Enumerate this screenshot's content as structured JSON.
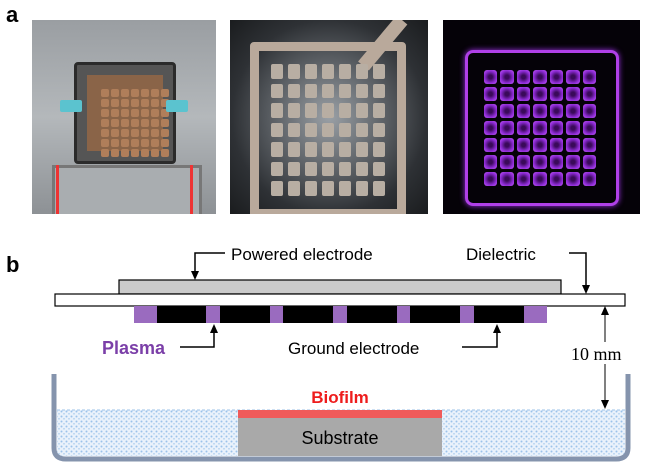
{
  "panel_a": {
    "label": "a"
  },
  "panel_b": {
    "label": "b",
    "powered_electrode": "Powered electrode",
    "dielectric": "Dielectric",
    "plasma": "Plasma",
    "ground_electrode": "Ground electrode",
    "gap": "10 mm",
    "biofilm": "Biofilm",
    "substrate": "Substrate"
  },
  "colors": {
    "plasma": "#9a6bbf",
    "biofilm": "#f05a5a",
    "plasma_text": "#7b3fa8",
    "biofilm_text": "#ee1c1c",
    "dish": "#8594ad",
    "water": "#9cc3ea"
  }
}
